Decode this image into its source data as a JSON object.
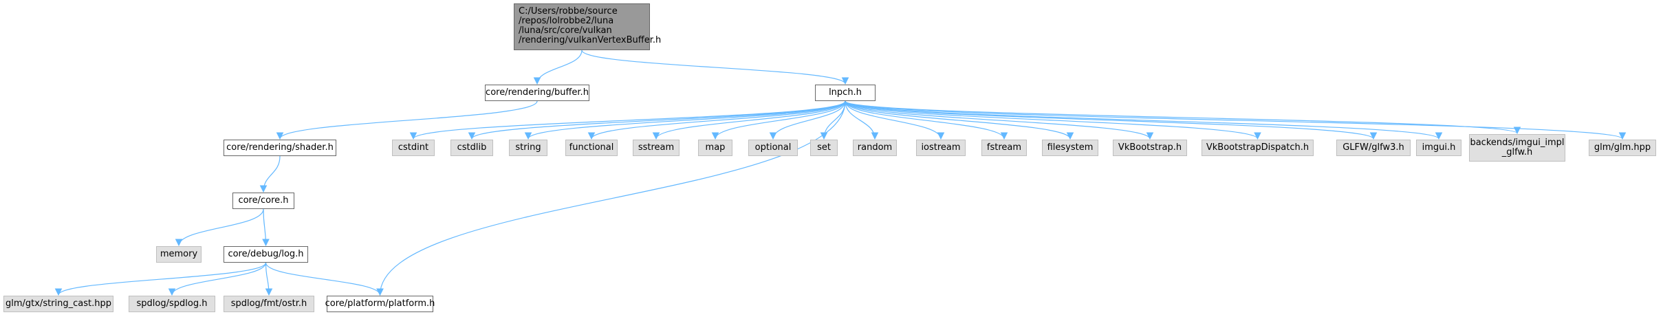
{
  "graph": {
    "colors": {
      "edge": "#63b8ff",
      "root_fill": "#999999",
      "doc_fill": "#ffffff",
      "ext_fill": "#e0e0e0",
      "ext_border": "#bfbfbf",
      "doc_border": "#666666"
    },
    "nodes": [
      {
        "id": "root",
        "label": "C:/Users/robbe/source\n/repos/lolrobbe2/luna\n/luna/src/core/vulkan\n/rendering/vulkanVertexBuffer.h",
        "kind": "root"
      },
      {
        "id": "buffer",
        "label": "core/rendering/buffer.h",
        "kind": "doc"
      },
      {
        "id": "lnpch",
        "label": "lnpch.h",
        "kind": "doc"
      },
      {
        "id": "shader",
        "label": "core/rendering/shader.h",
        "kind": "doc"
      },
      {
        "id": "cstdint",
        "label": "cstdint",
        "kind": "ext"
      },
      {
        "id": "cstdlib",
        "label": "cstdlib",
        "kind": "ext"
      },
      {
        "id": "string",
        "label": "string",
        "kind": "ext"
      },
      {
        "id": "functional",
        "label": "functional",
        "kind": "ext"
      },
      {
        "id": "sstream",
        "label": "sstream",
        "kind": "ext"
      },
      {
        "id": "map",
        "label": "map",
        "kind": "ext"
      },
      {
        "id": "optional",
        "label": "optional",
        "kind": "ext"
      },
      {
        "id": "set",
        "label": "set",
        "kind": "ext"
      },
      {
        "id": "random",
        "label": "random",
        "kind": "ext"
      },
      {
        "id": "iostream",
        "label": "iostream",
        "kind": "ext"
      },
      {
        "id": "fstream",
        "label": "fstream",
        "kind": "ext"
      },
      {
        "id": "filesystem",
        "label": "filesystem",
        "kind": "ext"
      },
      {
        "id": "vkbootstrap",
        "label": "VkBootstrap.h",
        "kind": "ext"
      },
      {
        "id": "vkbootstrapdispatch",
        "label": "VkBootstrapDispatch.h",
        "kind": "ext"
      },
      {
        "id": "glfw3",
        "label": "GLFW/glfw3.h",
        "kind": "ext"
      },
      {
        "id": "imgui",
        "label": "imgui.h",
        "kind": "ext"
      },
      {
        "id": "imgui_impl",
        "label": "backends/imgui_impl\n_glfw.h",
        "kind": "ext"
      },
      {
        "id": "glm",
        "label": "glm/glm.hpp",
        "kind": "ext"
      },
      {
        "id": "core",
        "label": "core/core.h",
        "kind": "doc"
      },
      {
        "id": "memory",
        "label": "memory",
        "kind": "ext"
      },
      {
        "id": "log",
        "label": "core/debug/log.h",
        "kind": "doc"
      },
      {
        "id": "string_cast",
        "label": "glm/gtx/string_cast.hpp",
        "kind": "ext"
      },
      {
        "id": "spdlog",
        "label": "spdlog/spdlog.h",
        "kind": "ext"
      },
      {
        "id": "ostr",
        "label": "spdlog/fmt/ostr.h",
        "kind": "ext"
      },
      {
        "id": "platform",
        "label": "core/platform/platform.h",
        "kind": "doc"
      }
    ],
    "edges": [
      [
        "root",
        "buffer"
      ],
      [
        "root",
        "lnpch"
      ],
      [
        "buffer",
        "shader"
      ],
      [
        "lnpch",
        "cstdint"
      ],
      [
        "lnpch",
        "cstdlib"
      ],
      [
        "lnpch",
        "string"
      ],
      [
        "lnpch",
        "functional"
      ],
      [
        "lnpch",
        "sstream"
      ],
      [
        "lnpch",
        "map"
      ],
      [
        "lnpch",
        "optional"
      ],
      [
        "lnpch",
        "set"
      ],
      [
        "lnpch",
        "random"
      ],
      [
        "lnpch",
        "iostream"
      ],
      [
        "lnpch",
        "fstream"
      ],
      [
        "lnpch",
        "filesystem"
      ],
      [
        "lnpch",
        "vkbootstrap"
      ],
      [
        "lnpch",
        "vkbootstrapdispatch"
      ],
      [
        "lnpch",
        "glfw3"
      ],
      [
        "lnpch",
        "imgui"
      ],
      [
        "lnpch",
        "imgui_impl"
      ],
      [
        "lnpch",
        "glm"
      ],
      [
        "lnpch",
        "platform"
      ],
      [
        "shader",
        "core"
      ],
      [
        "core",
        "memory"
      ],
      [
        "core",
        "log"
      ],
      [
        "log",
        "string_cast"
      ],
      [
        "log",
        "spdlog"
      ],
      [
        "log",
        "ostr"
      ],
      [
        "log",
        "platform"
      ]
    ]
  }
}
